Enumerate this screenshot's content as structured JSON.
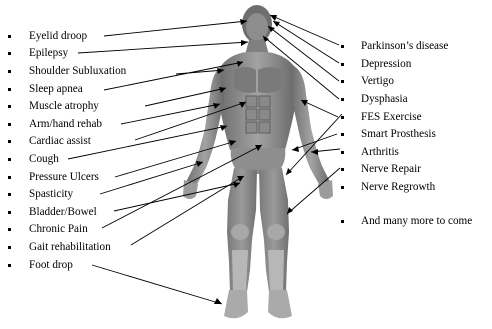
{
  "left_conditions": [
    "Eyelid droop",
    "Epilepsy",
    "Shoulder Subluxation",
    "Sleep apnea",
    "Muscle atrophy",
    "Arm/hand rehab",
    "Cardiac assist",
    "Cough",
    "Pressure Ulcers",
    "Spasticity",
    "Bladder/Bowel",
    "Chronic Pain",
    "Gait rehabilitation",
    "Foot drop"
  ],
  "right_conditions": [
    "Parkinson’s disease",
    "Depression",
    "Vertigo",
    "Dysphasia",
    "FES Exercise",
    "Smart Prosthesis",
    "Arthritis",
    "Nerve Repair",
    "Nerve Regrowth"
  ],
  "footer_item": "And many more to come",
  "figure_image": "human anatomy muscular body front view (grayscale)"
}
